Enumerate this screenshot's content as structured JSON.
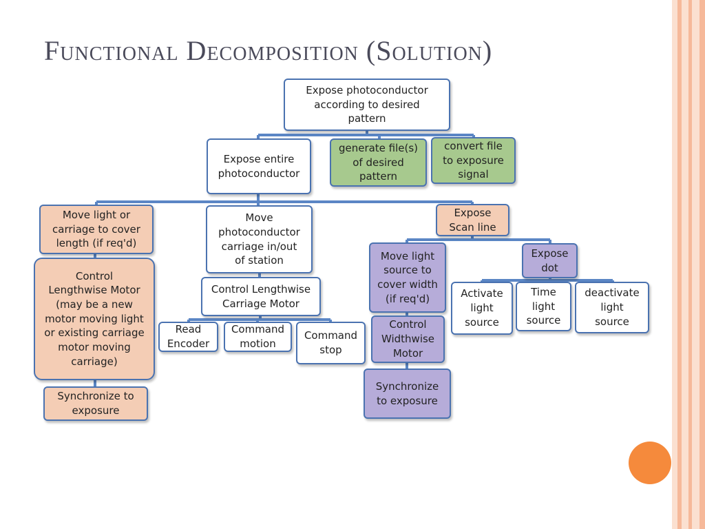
{
  "slide": {
    "title": "Functional Decomposition (Solution)"
  },
  "colors": {
    "stripe_light": "#fbe0d0",
    "stripe_mid": "#f6b99a",
    "accent_orange": "#f58a3c",
    "connector": "#5b86c5",
    "node_border": "#4a72b0",
    "green": "#a7c98e",
    "peach": "#f4cdb5",
    "lavender": "#b6acd9"
  },
  "diagram": {
    "root": "Expose photoconductor\naccording to desired\npattern",
    "expose_entire": "Expose entire\nphotoconductor",
    "generate_files": "generate file(s)\nof desired\npattern",
    "convert_file": "convert file\nto exposure\nsignal",
    "move_light_carriage": "Move light  or\ncarriage to cover\nlength (if req'd)",
    "control_lengthwise_motor": "Control\nLengthwise Motor\n(may be a new\nmotor moving light\nor existing  carriage\nmotor moving\ncarriage)",
    "synchronize_left": "Synchronize to\nexposure",
    "move_photoconductor": "Move\nphotoconductor\ncarriage in/out\nof station",
    "control_carriage_motor": "Control Lengthwise\nCarriage Motor",
    "read_encoder": "Read\nEncoder",
    "command_motion": "Command\nmotion",
    "command_stop": "Command\nstop",
    "expose_scan_line": "Expose\nScan line",
    "move_light_source": "Move light\nsource to\ncover width\n(if req'd)",
    "control_widthwise_motor": "Control\nWidthwise\nMotor",
    "synchronize_right": "Synchronize\nto exposure",
    "expose_dot": "Expose\ndot",
    "activate_light": "Activate\nlight\nsource",
    "time_light": "Time\nlight\nsource",
    "deactivate_light": "deactivate\nlight\nsource"
  }
}
